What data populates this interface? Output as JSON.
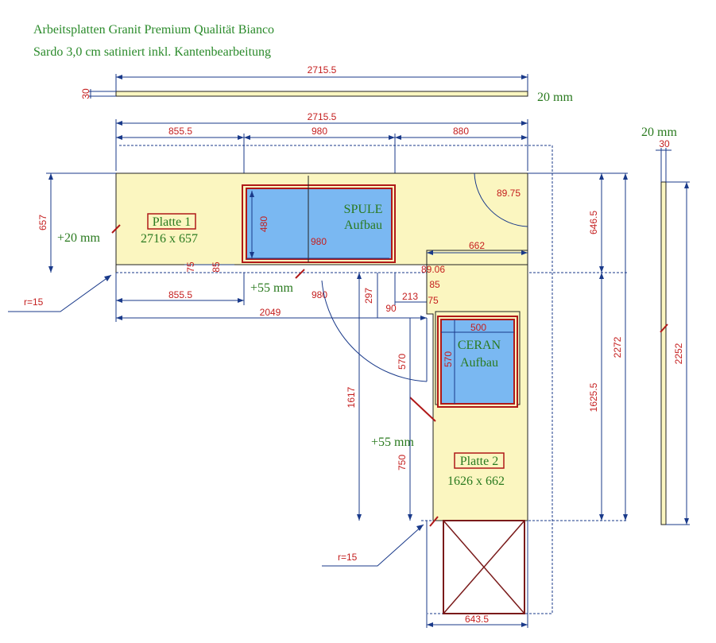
{
  "title": {
    "line1": "Arbeitsplatten Granit Premium Qualität Bianco",
    "line2": "Sardo 3,0 cm satiniert inkl. Kantenbearbeitung"
  },
  "top_strip": {
    "length": "2715.5",
    "thickness": "30",
    "overhang": "20 mm"
  },
  "side_strip": {
    "overhang": "20 mm",
    "thickness": "30",
    "length": "2252"
  },
  "dims": {
    "total_top": "2715.5",
    "seg_a": "855.5",
    "seg_b": "980",
    "seg_c": "880",
    "height_657": "657",
    "h_646": "646.5",
    "h_2272": "2272",
    "h_1625": "1625.5",
    "radius_corner": "89.75",
    "sink_h": "480",
    "sink_w": "980",
    "w_662": "662",
    "d_75": "75",
    "d_85": "85",
    "d_89": "89.06",
    "d_85b": "85",
    "d_75b": "75",
    "seg_a2": "855.5",
    "seg_b2": "980",
    "d_297": "297",
    "d_213": "213",
    "d_90": "90",
    "d_2049": "2049",
    "cooktop_w": "500",
    "cooktop_h": "570",
    "d_570b": "570",
    "d_1617": "1617",
    "d_750": "750",
    "w_6435": "643.5",
    "r1": "r=15",
    "r2": "r=15"
  },
  "slab1": {
    "name": "Platte 1",
    "size": "2716 x 657",
    "overhang_left": "+20 mm",
    "overhang_front": "+55 mm"
  },
  "sink": {
    "line1": "SPULE",
    "line2": "Aufbau"
  },
  "slab2": {
    "name": "Platte 2",
    "size": "1626 x 662",
    "overhang": "+55 mm"
  },
  "cooktop": {
    "line1": "CERAN",
    "line2": "Aufbau"
  },
  "colors": {
    "slab": "#fbf6c0",
    "cutout": "#7ab8f2",
    "dimension_text": "#c41e1e",
    "dimension_line": "#1a3a8a",
    "label_text": "#2a7a1f"
  }
}
